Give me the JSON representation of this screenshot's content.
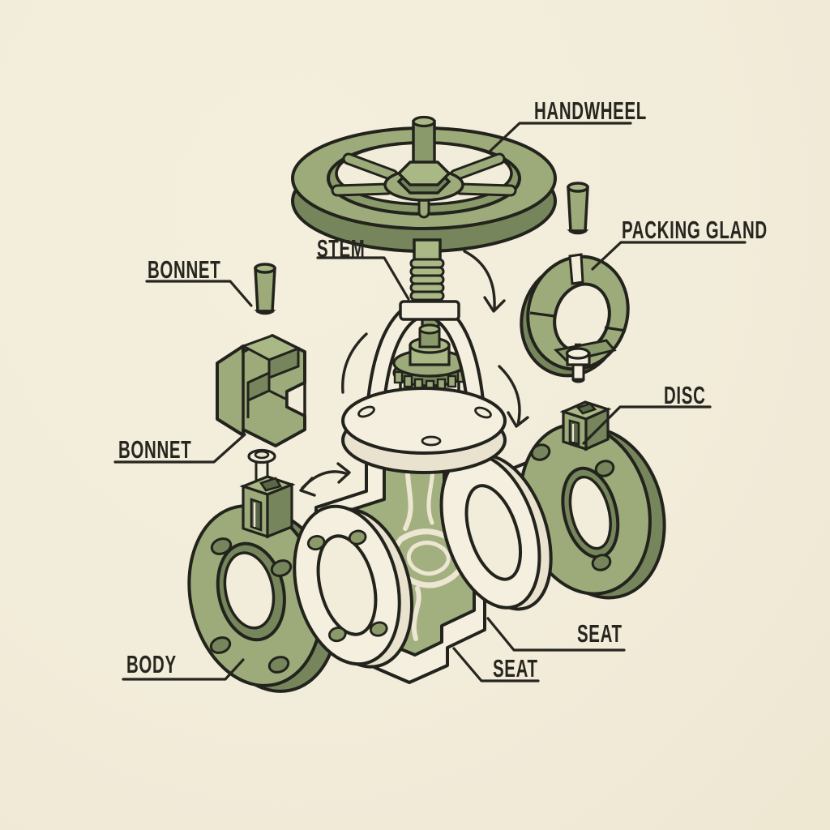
{
  "diagram": {
    "subject": "Exploded technical illustration of a gate valve with leader-line part labels",
    "style": "isometric line art on cream paper, olive-green and cream parts, black outlines",
    "background_color": "#f2ecda",
    "colors": {
      "outline": "#22231c",
      "green_main": "#9dab7a",
      "green_dark": "#76855b",
      "green_light": "#aab885",
      "cream_part": "#f5efdf",
      "label_text": "#26261f"
    },
    "labels": [
      {
        "id": "handwheel",
        "text": "HANDWHEEL"
      },
      {
        "id": "packing-gland",
        "text": "PACKING GLAND"
      },
      {
        "id": "stem",
        "text": "STEM"
      },
      {
        "id": "bonnet-upper",
        "text": "BONNET"
      },
      {
        "id": "bonnet-lower",
        "text": "BONNET"
      },
      {
        "id": "disc",
        "text": "DISC"
      },
      {
        "id": "seat-outer",
        "text": "SEAT"
      },
      {
        "id": "seat-inner",
        "text": "SEAT"
      },
      {
        "id": "body",
        "text": "BODY"
      }
    ],
    "parts_depicted": [
      "handwheel",
      "stem",
      "packing gland",
      "bonnet",
      "bonnet bolt",
      "gland bolt",
      "stem pins",
      "yoke",
      "stem nut gear",
      "bonnet flange",
      "valve body cutaway with flow pattern",
      "body flange",
      "seat rings",
      "disc"
    ]
  }
}
